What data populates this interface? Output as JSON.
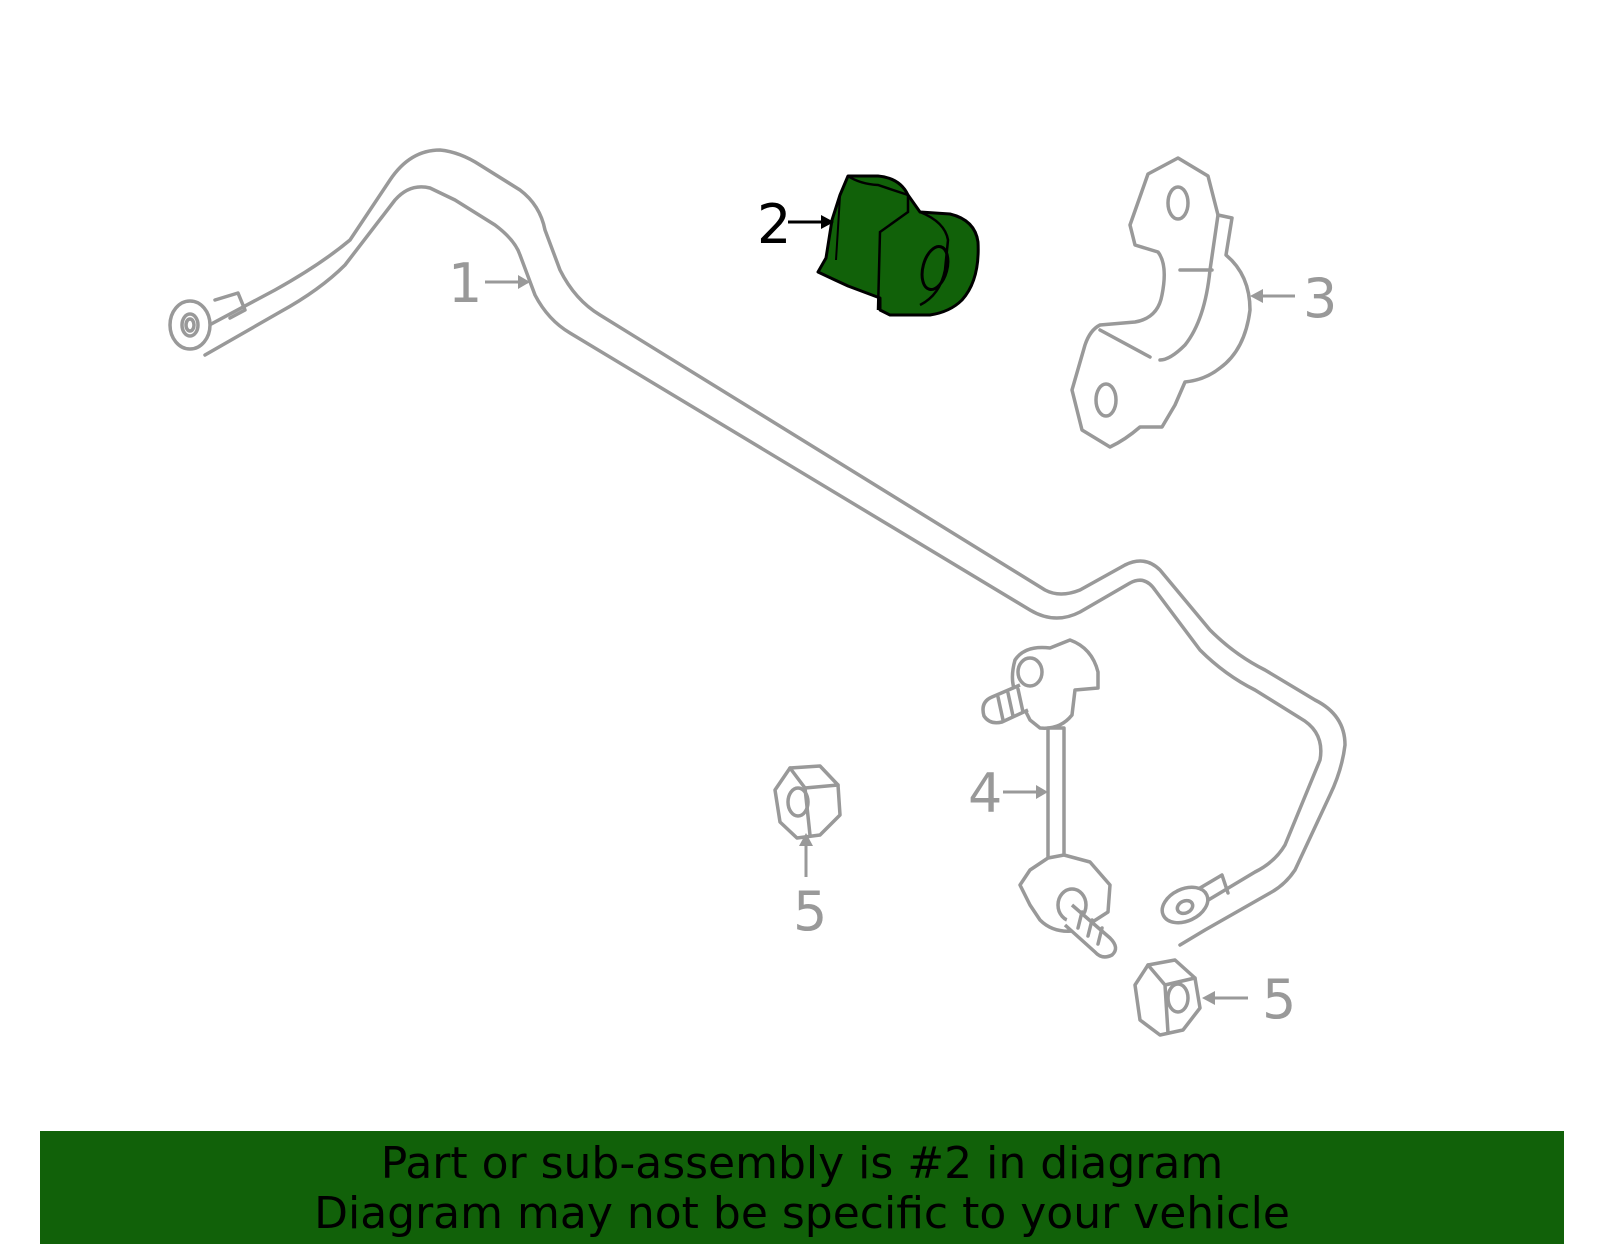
{
  "diagram": {
    "highlight_color": "#116109",
    "parts": [
      {
        "number": "1",
        "name": "stabilizer-bar"
      },
      {
        "number": "2",
        "name": "bushing",
        "highlighted": true
      },
      {
        "number": "3",
        "name": "bracket"
      },
      {
        "number": "4",
        "name": "stabilizer-link"
      },
      {
        "number": "5",
        "name": "nut"
      },
      {
        "number": "5",
        "name": "nut"
      }
    ]
  },
  "footer": {
    "line1": "Part or sub-assembly is #2 in diagram",
    "line2": "Diagram may not be specific to your vehicle",
    "background": "#116109"
  }
}
